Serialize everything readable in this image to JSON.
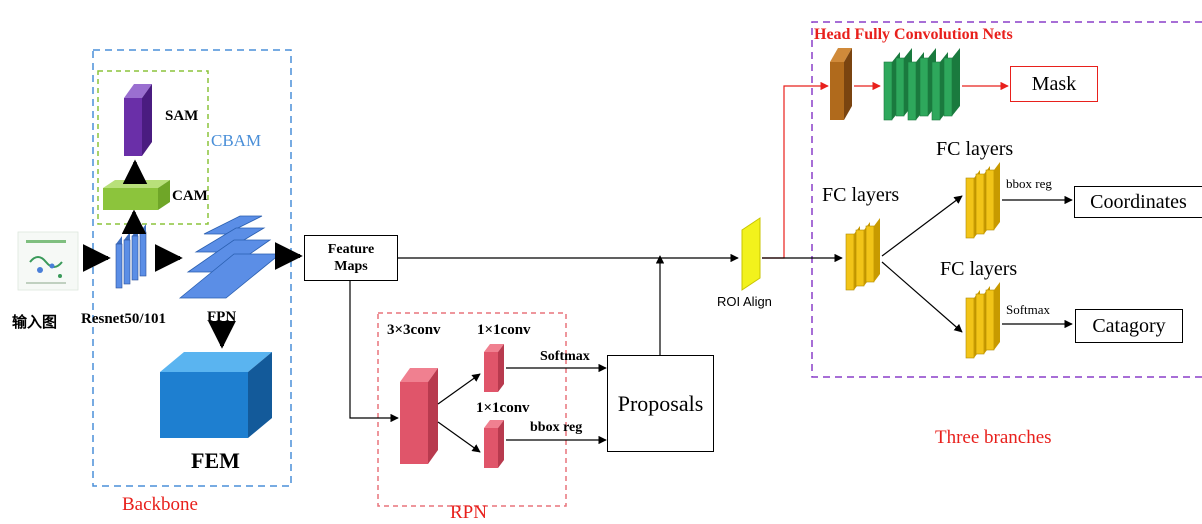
{
  "backbone": {
    "input_label": "输入图",
    "resnet_label": "Resnet50/101",
    "sam_label": "SAM",
    "cam_label": "CAM",
    "cbam_label": "CBAM",
    "fpn_label": "FPN",
    "fem_label": "FEM",
    "section_label": "Backbone"
  },
  "feature_maps": {
    "line1": "Feature",
    "line2": "Maps"
  },
  "rpn": {
    "conv3_label": "3×3conv",
    "conv1a_label": "1×1conv",
    "conv1b_label": "1×1conv",
    "softmax_label": "Softmax",
    "bbox_label": "bbox reg",
    "section_label": "RPN"
  },
  "proposals": {
    "label": "Proposals"
  },
  "roi_align": {
    "label": "ROI Align"
  },
  "heads": {
    "title": "Head Fully Convolution Nets",
    "mask_label": "Mask",
    "fc_layers_1": "FC layers",
    "fc_layers_2": "FC layers",
    "fc_layers_3": "FC layers",
    "bbox_label": "bbox reg",
    "softmax_label": "Softmax",
    "coordinates_label": "Coordinates",
    "category_label": "Catagory",
    "section_label": "Three branches"
  },
  "colors": {
    "backbone_border": "#4a8fd8",
    "cbam_border": "#8cc43c",
    "rpn_border": "#e8747c",
    "heads_border": "#8a3fc8",
    "red_text": "#e8201c",
    "fpn_blue": "#5b8ee6",
    "fem_blue": "#1e7fd0",
    "yellow_layer": "#f2c418",
    "green_layer": "#2ea85c",
    "brown_layer": "#b06a1c",
    "purple_layer": "#6a2fa8",
    "pink_layer": "#e0556a"
  }
}
